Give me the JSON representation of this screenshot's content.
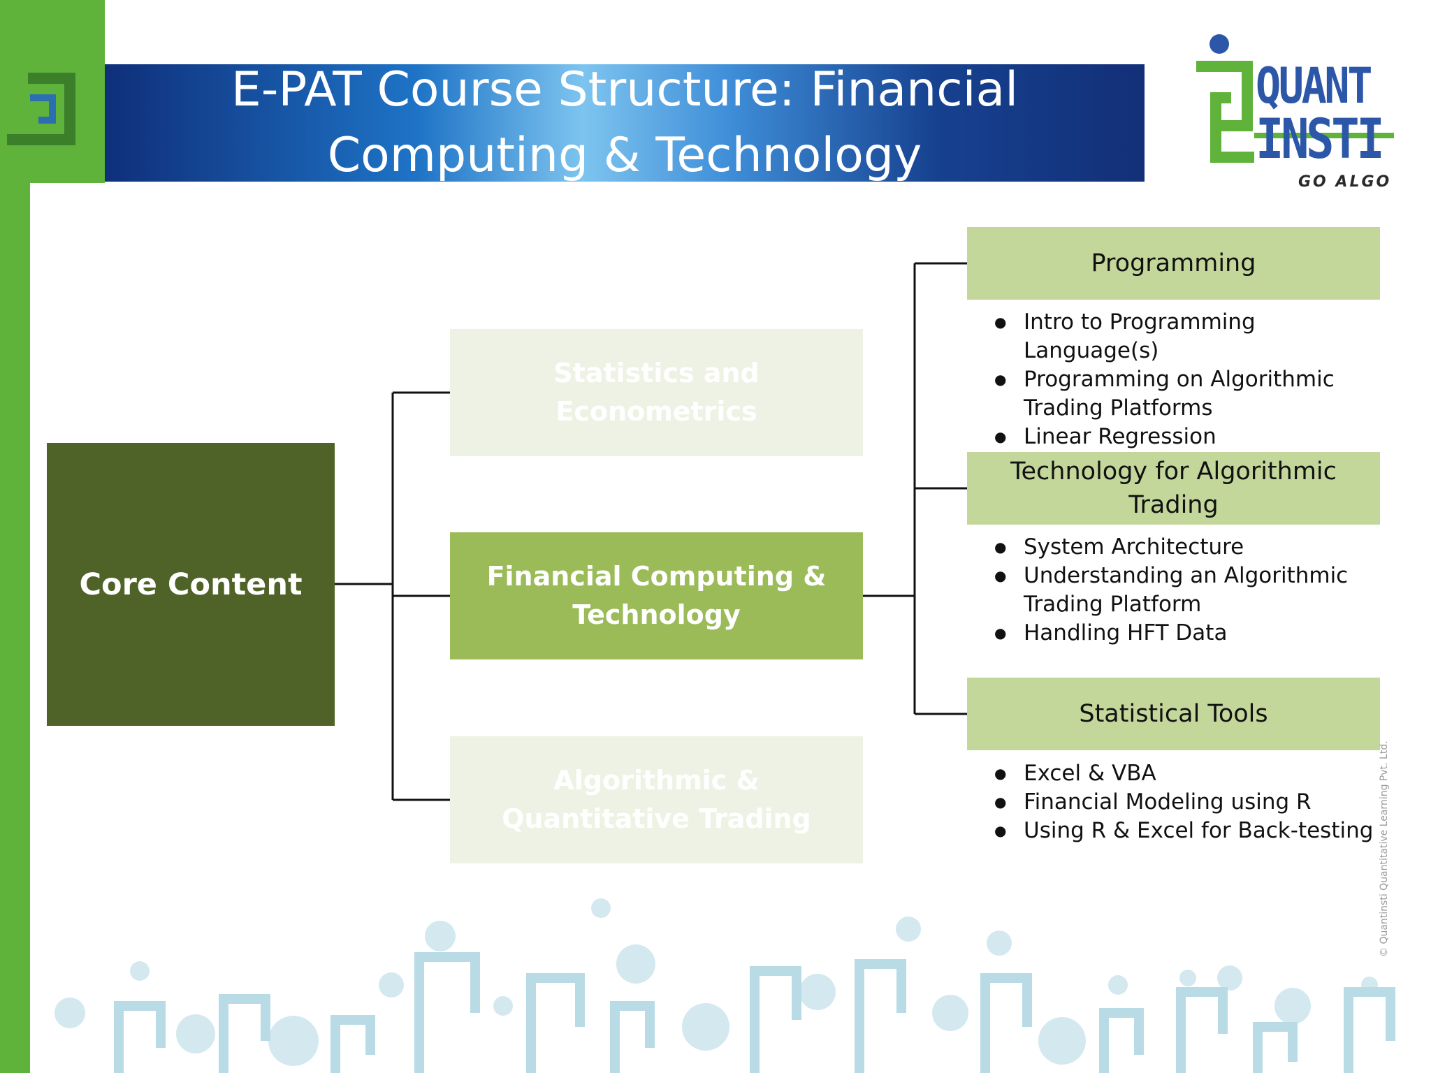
{
  "title": "E-PAT Course Structure: Financial Computing & Technology",
  "logo": {
    "line1": "QUANT",
    "line2": "INSTI",
    "tagline": "GO ALGO"
  },
  "colors": {
    "frame_green": "#5fb33b",
    "core_box": "#4f6227",
    "active_box": "#9bbb59",
    "faded_box": "#eef2e4",
    "topic_box": "#c4d79b",
    "title_bar_dark": "#0f2f7a",
    "title_bar_light": "#7dc4ef"
  },
  "diagram": {
    "root": "Core Content",
    "branches": [
      {
        "label": "Statistics and Econometrics",
        "state": "faded"
      },
      {
        "label": "Financial Computing & Technology",
        "state": "active"
      },
      {
        "label": "Algorithmic & Quantitative Trading",
        "state": "faded"
      }
    ],
    "topics": [
      {
        "heading": "Programming",
        "items": [
          "Intro to Programming Language(s)",
          "Programming on Algorithmic Trading Platforms",
          "Linear Regression"
        ]
      },
      {
        "heading": "Technology for Algorithmic Trading",
        "items": [
          "System Architecture",
          "Understanding an Algorithmic Trading Platform",
          "Handling HFT Data"
        ]
      },
      {
        "heading": "Statistical Tools",
        "items": [
          "Excel & VBA",
          "Financial Modeling using R",
          "Using R & Excel for Back-testing"
        ]
      }
    ]
  },
  "copyright": "© Quantinsti Quantitative Learning Pvt. Ltd."
}
